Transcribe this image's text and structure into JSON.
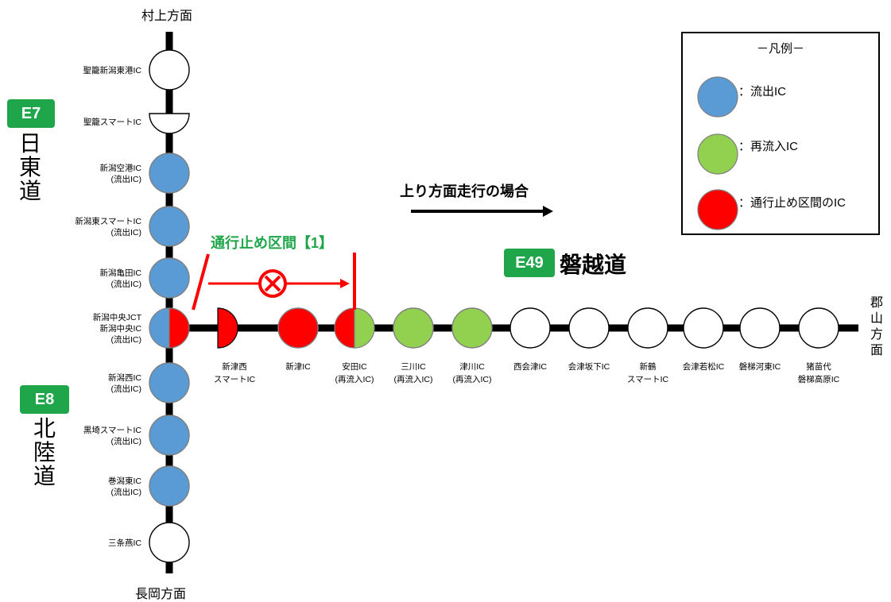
{
  "directions": {
    "north": "村上方面",
    "south": "長岡方面",
    "east_chars": [
      "郡",
      "山",
      "方",
      "面"
    ]
  },
  "roads": {
    "e7": {
      "badge": "E7",
      "name_chars": [
        "日",
        "東",
        "道"
      ]
    },
    "e8": {
      "badge": "E8",
      "name_chars": [
        "北",
        "陸",
        "道"
      ]
    },
    "e49": {
      "badge": "E49",
      "name": "磐越道"
    }
  },
  "travel_direction_label": "上り方面走行の場合",
  "closure_label": "通行止め区間【1】",
  "legend": {
    "title": "－凡例－",
    "items": [
      {
        "color": "#5b9bd5",
        "label": "：流出IC"
      },
      {
        "color": "#92d050",
        "label": "：再流入IC"
      },
      {
        "color": "#ff0000",
        "label": "：通行止め区間のIC"
      }
    ]
  },
  "vertical_ics": [
    {
      "lines": [
        "聖籠新潟東港IC"
      ],
      "state": "none"
    },
    {
      "lines": [
        "聖籠スマートIC"
      ],
      "state": "none",
      "half": true
    },
    {
      "lines": [
        "新潟空港IC",
        "(流出IC)"
      ],
      "state": "outflow"
    },
    {
      "lines": [
        "新潟東スマートIC",
        "(流出IC)"
      ],
      "state": "outflow"
    },
    {
      "lines": [
        "新潟亀田IC",
        "(流出IC)"
      ],
      "state": "outflow"
    },
    {
      "lines": [
        "新潟中央JCT",
        "新潟中央IC",
        "(流出IC)"
      ],
      "state": "junction"
    },
    {
      "lines": [
        "新潟西IC",
        "(流出IC)"
      ],
      "state": "outflow"
    },
    {
      "lines": [
        "黒埼スマートIC",
        "(流出IC)"
      ],
      "state": "outflow"
    },
    {
      "lines": [
        "巻潟東IC",
        "(流出IC)"
      ],
      "state": "outflow"
    },
    {
      "lines": [
        "三条燕IC"
      ],
      "state": "none"
    }
  ],
  "horizontal_ics": [
    {
      "lines": [
        "新津西",
        "スマートIC"
      ],
      "state": "closed",
      "half": true
    },
    {
      "lines": [
        "新津IC"
      ],
      "state": "closed"
    },
    {
      "lines": [
        "安田IC",
        "(再流入IC)"
      ],
      "state": "boundary"
    },
    {
      "lines": [
        "三川IC",
        "(再流入IC)"
      ],
      "state": "reentry"
    },
    {
      "lines": [
        "津川IC",
        "(再流入IC)"
      ],
      "state": "reentry"
    },
    {
      "lines": [
        "西会津IC"
      ],
      "state": "none"
    },
    {
      "lines": [
        "会津坂下IC"
      ],
      "state": "none"
    },
    {
      "lines": [
        "新鶴",
        "スマートIC"
      ],
      "state": "none"
    },
    {
      "lines": [
        "会津若松IC"
      ],
      "state": "none"
    },
    {
      "lines": [
        "磐梯河東IC"
      ],
      "state": "none"
    },
    {
      "lines": [
        "猪苗代",
        "磐梯高原IC"
      ],
      "state": "none"
    }
  ],
  "colors": {
    "outflow": "#5b9bd5",
    "reentry": "#92d050",
    "closed": "#ff0000",
    "none": "#ffffff",
    "badge": "#1fa64a",
    "closure_text": "#1fa64a"
  }
}
